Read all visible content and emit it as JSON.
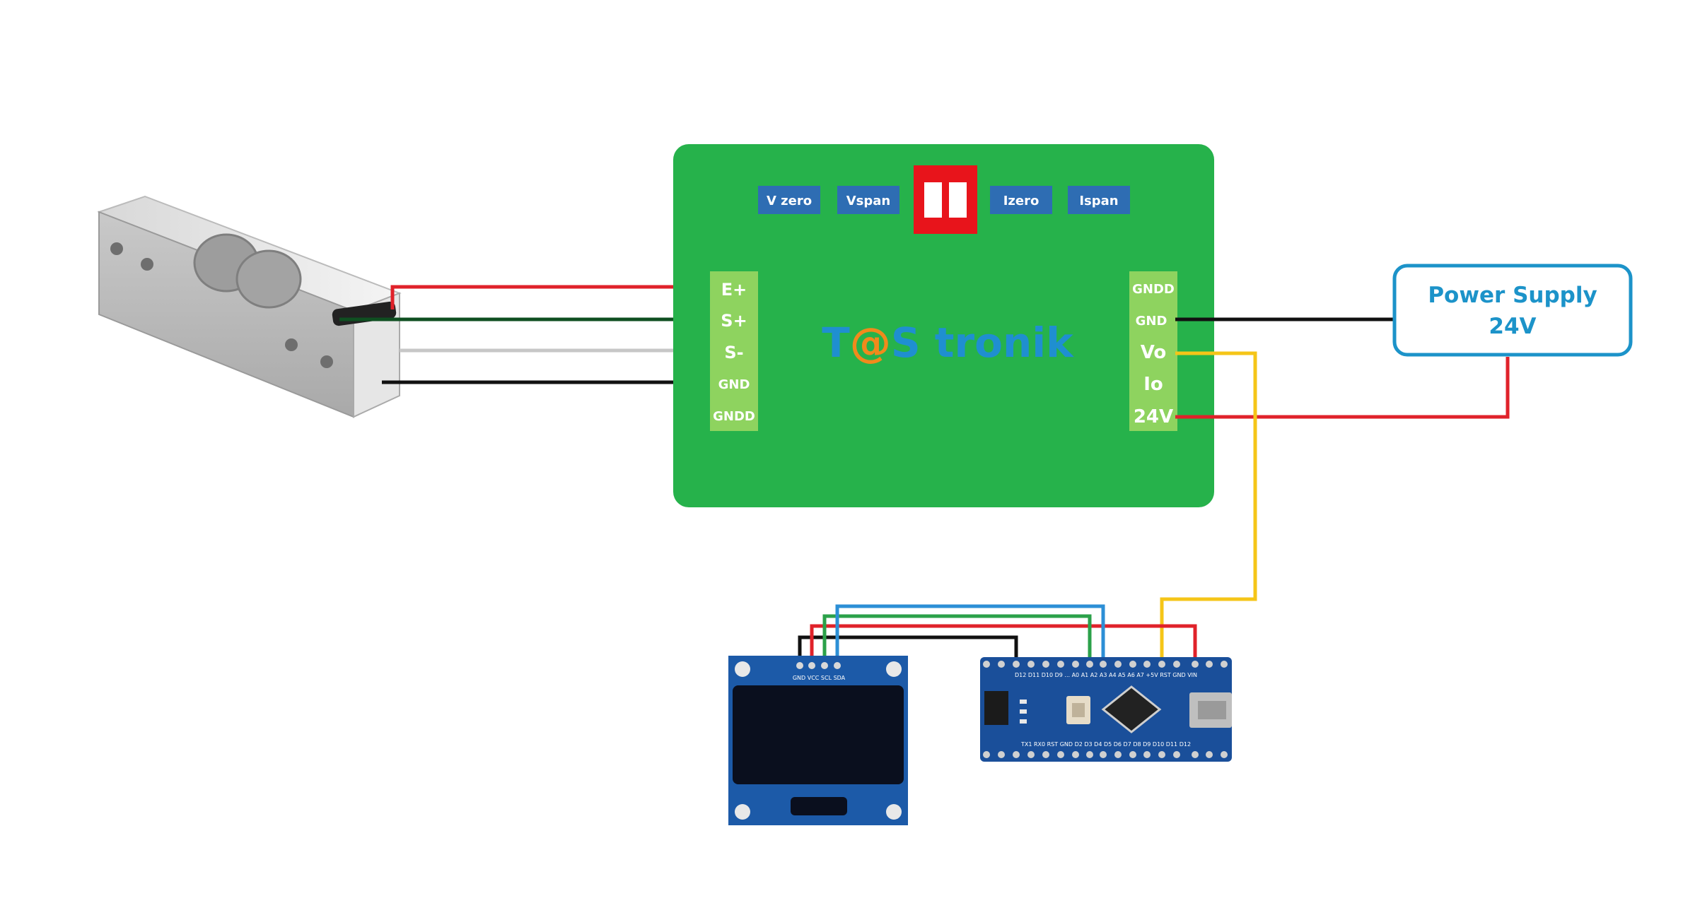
{
  "colors": {
    "board_green": "#26b24b",
    "pin_block": "#8ed35f",
    "pot_blue": "#2e6db3",
    "dip_red": "#e8141b",
    "wire_red": "#e0222a",
    "wire_black": "#111111",
    "wire_green": "#0f4f21",
    "wire_gray": "#c7c7c7",
    "wire_yellow": "#f5c518",
    "wire_blue": "#2c8fd6",
    "psu_border": "#1c93c9",
    "psu_text": "#1c93c9"
  },
  "transmitter": {
    "logo_part1": "T",
    "logo_at": "@",
    "logo_part2": "S tronik",
    "pots": [
      "V zero",
      "Vspan",
      "Izero",
      "Ispan"
    ],
    "left_pins": [
      "E+",
      "S+",
      "S-",
      "GND",
      "GNDD"
    ],
    "right_pins": [
      "GNDD",
      "GND",
      "Vo",
      "Io",
      "24V"
    ]
  },
  "power_supply": {
    "line1": "Power Supply",
    "line2": "24V"
  },
  "oled": {
    "pin_label": "GND VCC SCL SDA"
  },
  "arduino": {
    "top_label": "D12 D11 D10 D9 ... A0 A1 A2 A3 A4 A5 A6 A7 +5V RST GND VIN",
    "bottom_label": "TX1 RX0 RST GND D2 D3 D4 D5 D6 D7 D8 D9 D10 D11 D12"
  },
  "icons": [
    "load-cell-icon",
    "oled-display-icon",
    "arduino-nano-icon",
    "dip-switch-icon"
  ]
}
